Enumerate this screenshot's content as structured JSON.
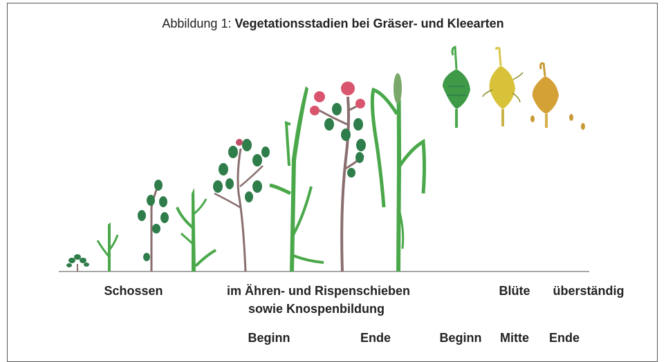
{
  "title": {
    "prefix": "Abbildung 1:",
    "main": "Vegetationsstadien bei Gräser- und Kleearten"
  },
  "stages": {
    "schossen": "Schossen",
    "aehren_line1": "im Ähren- und Rispenschieben",
    "aehren_line2": "sowie Knospenbildung",
    "bluete": "Blüte",
    "ueberstaendig": "überständig"
  },
  "substages": {
    "aehren_beginn": "Beginn",
    "aehren_ende": "Ende",
    "bluete_beginn": "Beginn",
    "bluete_mitte": "Mitte",
    "bluete_ende": "Ende"
  },
  "colors": {
    "stem": "#4aa84a",
    "leaf": "#2f7d4a",
    "clover_stem": "#8a6e6e",
    "flower": "#d9556e",
    "flower_yellow": "#e2c23a",
    "flower_brown": "#c79a35",
    "ground": "#888888"
  }
}
